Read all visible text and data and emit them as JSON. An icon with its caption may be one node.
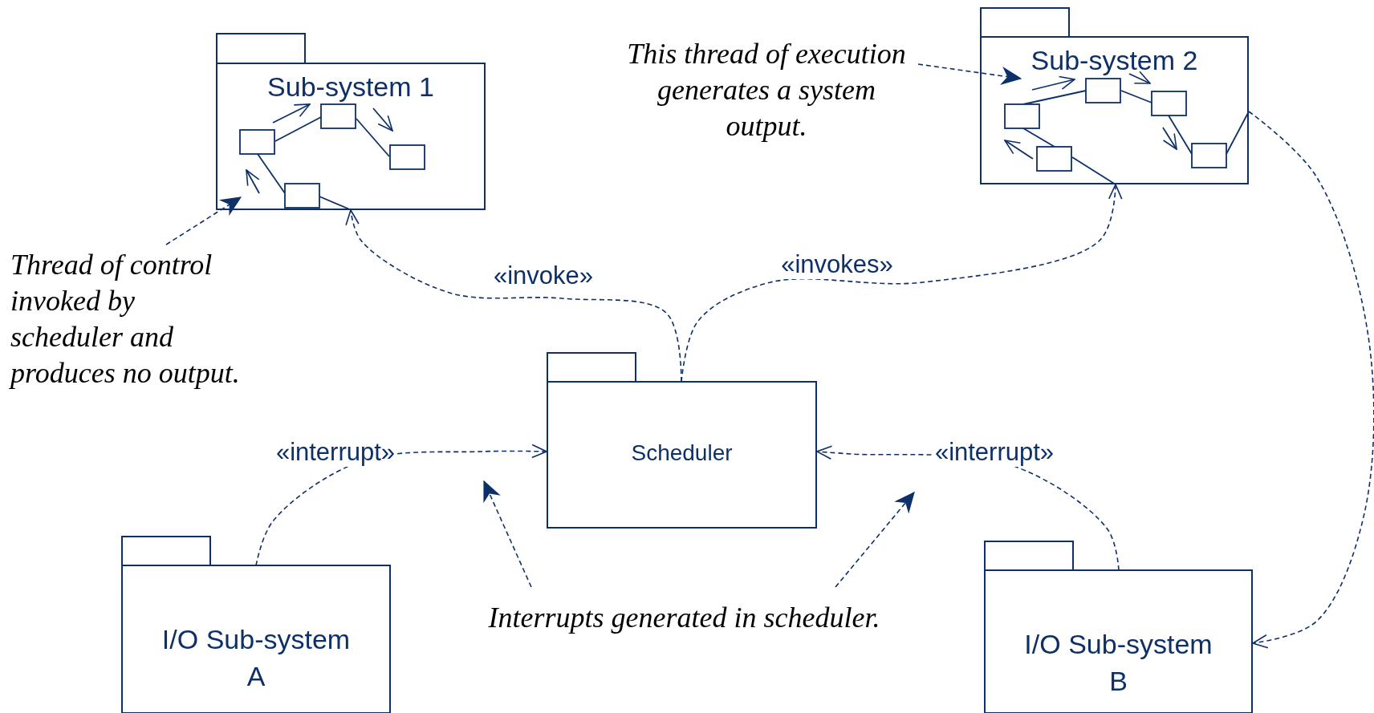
{
  "diagram": {
    "nodes": [
      {
        "text": [
          "Sub-system 1"
        ]
      },
      {
        "text": [
          "This thread of execution generates a system output."
        ]
      },
      {
        "text": [
          "Sub-system 2"
        ]
      },
      {
        "text": [
          "Thread of control invoked by scheduler and produces no output."
        ]
      },
      {
        "text": [
          "Scheduler"
        ]
      },
      {
        "text": [
          "I/O Sub-system A"
        ]
      },
      {
        "text": [
          "Interrupts generated in scheduler."
        ]
      },
      {
        "text": [
          "I/O Sub-system B"
        ]
      }
    ],
    "edges": [
      {
        "from": 4,
        "to": 0,
        "arrow": "to",
        "label": "«invoke»",
        "style": "dashed"
      },
      {
        "from": 4,
        "to": 2,
        "arrow": "to",
        "label": "«invokes»",
        "style": "dashed"
      },
      {
        "from": 5,
        "to": 4,
        "arrow": "to",
        "label": "«interrupt»",
        "style": "dashed"
      },
      {
        "from": 7,
        "to": 4,
        "arrow": "to",
        "label": "«interrupt»",
        "style": "dashed"
      },
      {
        "from": 2,
        "to": 7,
        "arrow": "to",
        "style": "dashed"
      },
      {
        "from": 3,
        "to": 0,
        "arrow": "to",
        "style": "dashed"
      },
      {
        "from": 1,
        "to": 2,
        "arrow": "to",
        "style": "dashed"
      },
      {
        "from": 6,
        "to": null,
        "arrow": "to",
        "style": "dashed"
      },
      {
        "from": 6,
        "to": null,
        "arrow": "to",
        "style": "dashed"
      }
    ]
  }
}
